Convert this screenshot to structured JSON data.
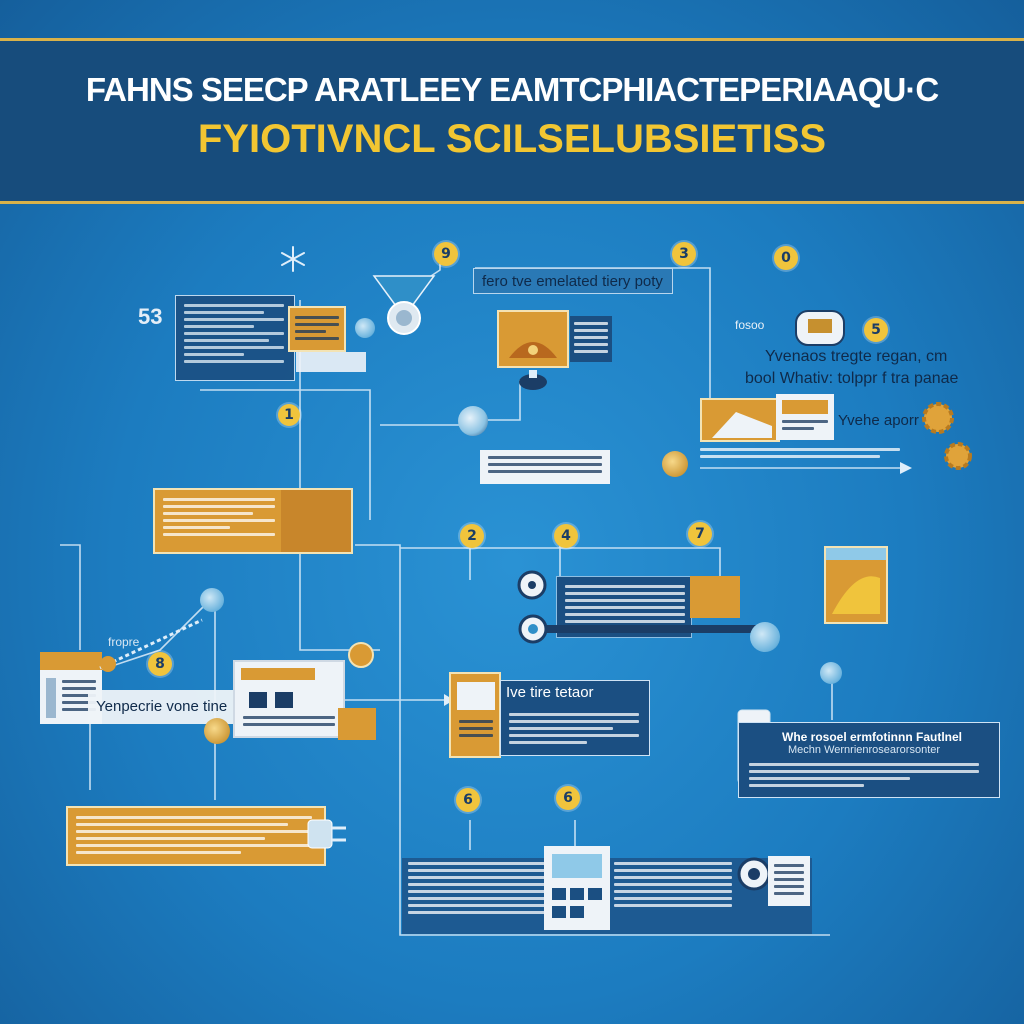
{
  "header": {
    "title_line1": "FAHNS SEECP ARATLEEY EAMTCPHIACTEPERIAAQU·C",
    "title_line2": "FYIOTIVNCL SCILSELUBSIETISS"
  },
  "labels": {
    "top_center": "fero tve emelated tiery poty",
    "left_number": "53",
    "right_small": "fosoo",
    "right_line1": "Yvenaos tregte regan,  cm",
    "right_line2": "bool Whativ: tolppr f tra panae",
    "right_line3": "Yvehe aporr",
    "left_small": "fropre",
    "left_mid": "Yenpecrie vone tine",
    "center_box": "Ive tire tetaor",
    "right_box_head": "Whe rosoel ermfotinnn Fautlnel",
    "right_box_sub": "Mechn  Wernrienrosearorsonter"
  },
  "badges": [
    "9",
    "3",
    "0",
    "5",
    "1",
    "2",
    "4",
    "7",
    "8",
    "6",
    "6"
  ],
  "colors": {
    "background": "#1c7cc0",
    "banner": "#174c7c",
    "accent_gold": "#f0c43c",
    "panel_gold": "#d99a34",
    "panel_navy": "#1b4f82",
    "wire": "#dfeefa"
  }
}
